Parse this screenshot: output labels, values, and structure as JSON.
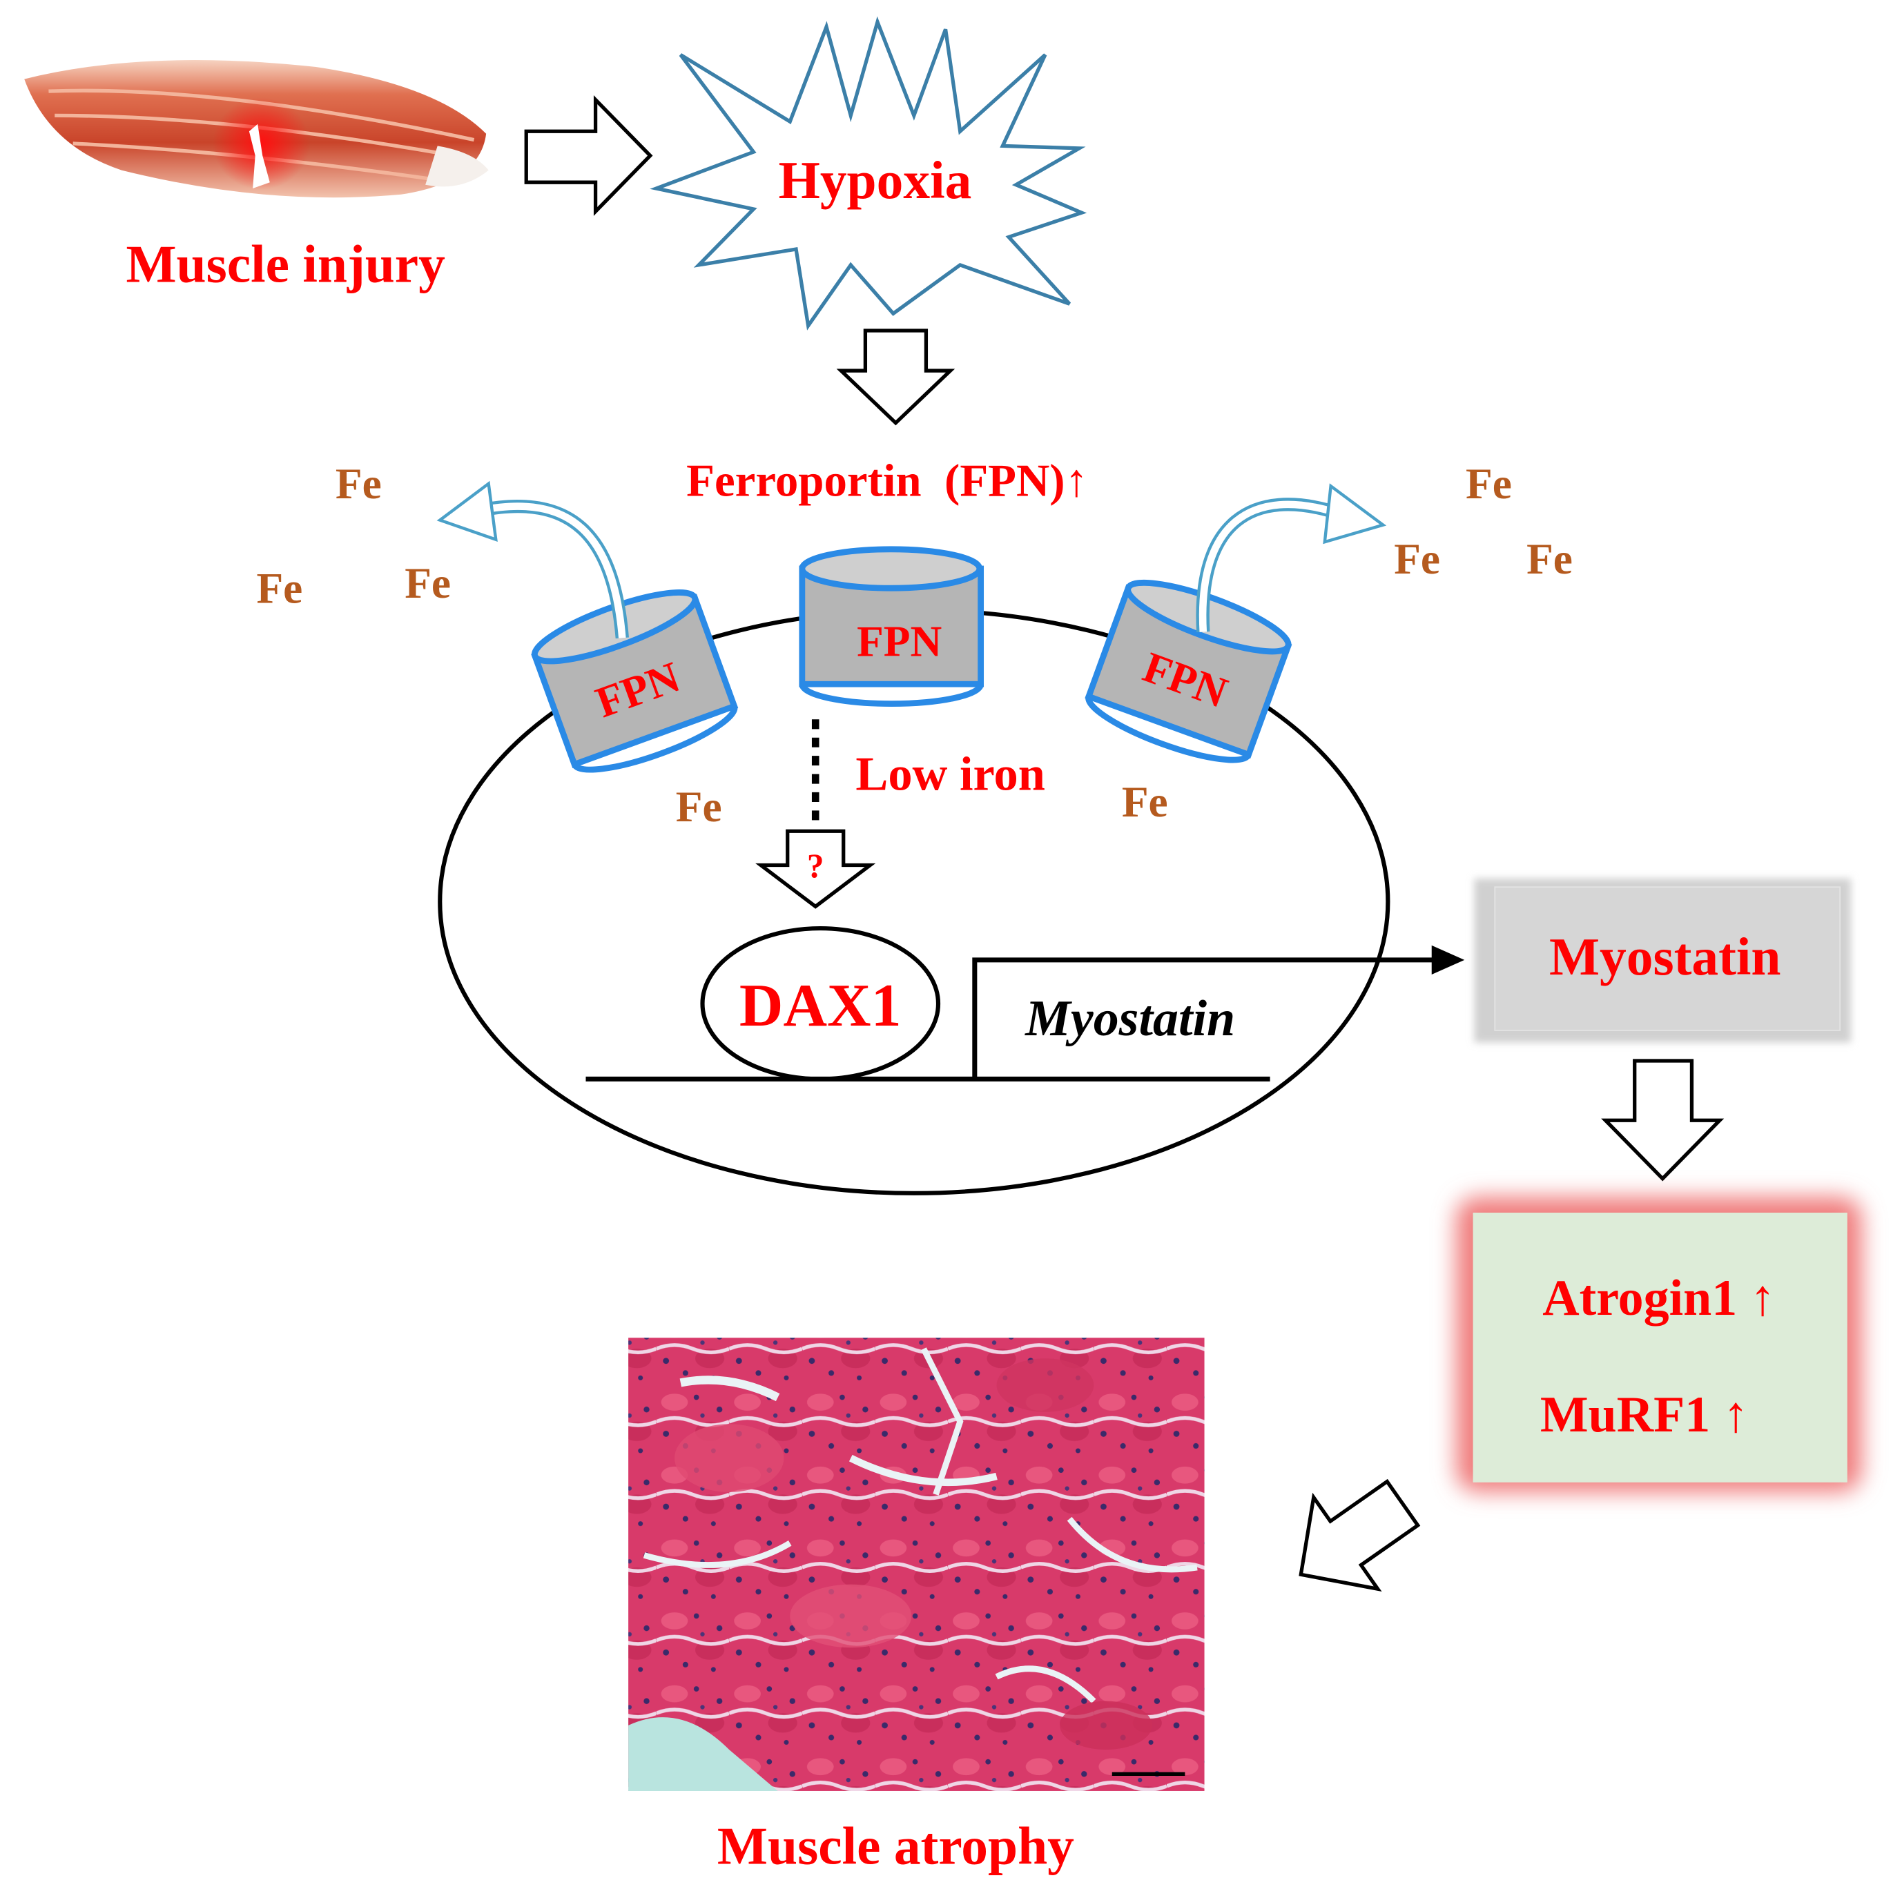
{
  "labels": {
    "muscle_injury": "Muscle injury",
    "hypoxia": "Hypoxia",
    "ferroportin": "Ferroportin  (FPN)↑",
    "fpn": "FPN",
    "fe": "Fe",
    "low_iron": "Low iron",
    "question": "?",
    "dax1": "DAX1",
    "myostatin_gene": "Myostatin",
    "myostatin_protein": "Myostatin",
    "atrogin1": "Atrogin1 ↑",
    "murf1": "MuRF1 ↑",
    "muscle_atrophy": "Muscle atrophy"
  },
  "colors": {
    "label_red": "#ff0000",
    "fe_brown": "#b55a1e",
    "fpn_blue": "#2a8ae6",
    "fpn_body": "#b5b5b5",
    "starburst_stroke": "#3b7fa8",
    "myostatin_box": "#d6d6d6",
    "atrogin_box": "#ddecd8",
    "atrogin_glow": "#f07d7d",
    "arrow_teal": "#4aa0c8"
  },
  "images": {
    "muscle_illustration": "muscle-fiber-with-injury",
    "histology": "he-stained-atrophic-muscle-section"
  }
}
